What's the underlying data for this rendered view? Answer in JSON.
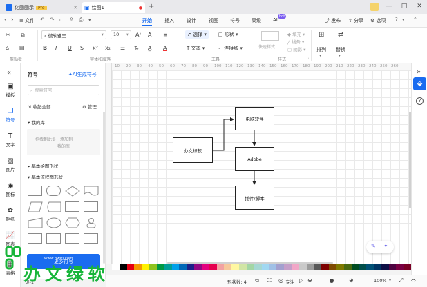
{
  "titlebar": {
    "app_tab": "亿图图示",
    "pro_badge": "Pro",
    "doc_tab": "绘图1",
    "new_tab": "+",
    "minimize": "—",
    "maximize": "□",
    "close": "✕"
  },
  "menubar": {
    "file": "文件",
    "menus": [
      "开始",
      "插入",
      "设计",
      "视图",
      "符号",
      "高级",
      "AI"
    ],
    "active": "开始",
    "ai_badge": "hot",
    "publish": "发布",
    "share": "分享",
    "options": "选项",
    "help": "帮助"
  },
  "ribbon": {
    "font_name": "微软雅黑",
    "font_size": "10",
    "select": "选择",
    "shape": "形状",
    "text": "文本",
    "connector": "连接线",
    "quick_style": "快速样式",
    "fill": "填充",
    "line": "线条",
    "shadow": "阴影",
    "arrange": "排列",
    "replace": "替换",
    "group_clipboard": "剪贴板",
    "group_font": "字体和段落",
    "group_tools": "工具",
    "group_style": "样式"
  },
  "rail": [
    "模板",
    "符号",
    "文字",
    "图片",
    "图标",
    "贴纸",
    "图表",
    "表格"
  ],
  "panel": {
    "title": "符号",
    "ai_button": "AI生成符号",
    "search_placeholder": "搜索符号",
    "collect_all": "收起全部",
    "manage": "管理",
    "my_library": "我的库",
    "drag_hint_1": "拖拽到此处，添加到",
    "drag_hint_2": "我的库",
    "basic_shapes": "基本绘图形状",
    "basic_flow": "基本流程图形状",
    "more_symbols": "更多符号"
  },
  "ruler_marks": [
    "10",
    "20",
    "30",
    "40",
    "50",
    "60",
    "70",
    "80",
    "90",
    "100",
    "110",
    "120",
    "130",
    "140",
    "150",
    "160",
    "170",
    "180",
    "190",
    "200",
    "210",
    "220",
    "230",
    "240",
    "250",
    "260"
  ],
  "diagram": {
    "nodes": {
      "office": "办文绿软",
      "computer": "电脑软件",
      "adobe": "Adobe",
      "plugin": "插件/脚本"
    }
  },
  "palette_colors": [
    "#ffffff",
    "#000000",
    "#e60012",
    "#f39800",
    "#fff100",
    "#8fc31f",
    "#009944",
    "#009e96",
    "#00a0e9",
    "#0068b7",
    "#1d2088",
    "#920783",
    "#e4007f",
    "#e5004f",
    "#f2a2a2",
    "#f6c89b",
    "#fff7a1",
    "#d1e5a5",
    "#a3d6a5",
    "#a6d8d3",
    "#a1d8f2",
    "#a0c0e6",
    "#a3a0cf",
    "#c59fc9",
    "#f1a7c7",
    "#c9c9c9",
    "#9c9c9c",
    "#595959",
    "#7d0000",
    "#7f4a00",
    "#7f7900",
    "#4a6a10",
    "#004d22",
    "#004e4a",
    "#005075",
    "#003462",
    "#0e0f45",
    "#4e0341",
    "#790042",
    "#7a0026"
  ],
  "status": {
    "page_label": "页-1",
    "page_add": "+",
    "shape_count": "形状数: 4",
    "focus": "专注",
    "zoom": "100%"
  },
  "watermark": {
    "text": "办文绿软",
    "url": "www.bwlrj.com"
  }
}
